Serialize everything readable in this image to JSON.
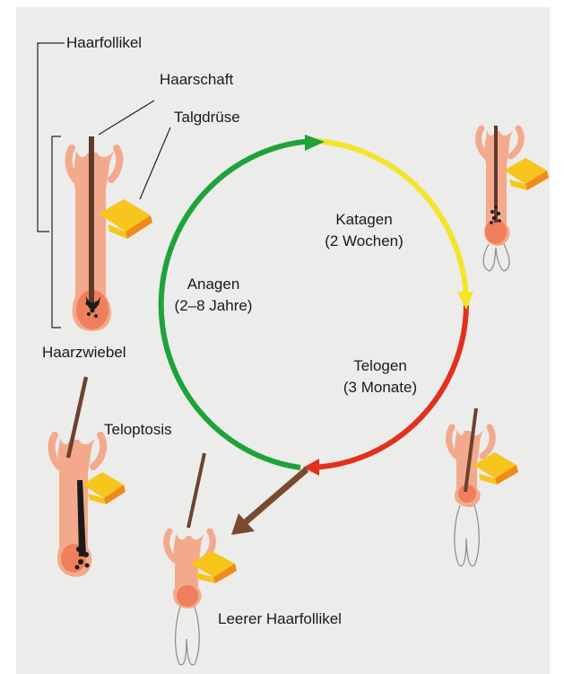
{
  "labels": {
    "haarfollikel": "Haarfollikel",
    "haarschaft": "Haarschaft",
    "talgdruese": "Talgdrüse",
    "haarzwiebel": "Haarzwiebel",
    "teloptosis": "Teloptosis",
    "leerer_haarfollikel": "Leerer Haarfollikel"
  },
  "phases": [
    {
      "name": "Anagen",
      "duration": "(2–8 Jahre)",
      "color": "#1ea33a"
    },
    {
      "name": "Katagen",
      "duration": "(2 Wochen)",
      "color": "#f2e52a"
    },
    {
      "name": "Telogen",
      "duration": "(3 Monate)",
      "color": "#e2311e"
    }
  ],
  "colors": {
    "background": "#ececea",
    "follicle": "#f2a88a",
    "bulb": "#ef7e5c",
    "gland": "#f7c51c",
    "gland_edge": "#f08a18",
    "hair": "#6b4330",
    "teloptosis_arrow": "#7a4a30"
  }
}
